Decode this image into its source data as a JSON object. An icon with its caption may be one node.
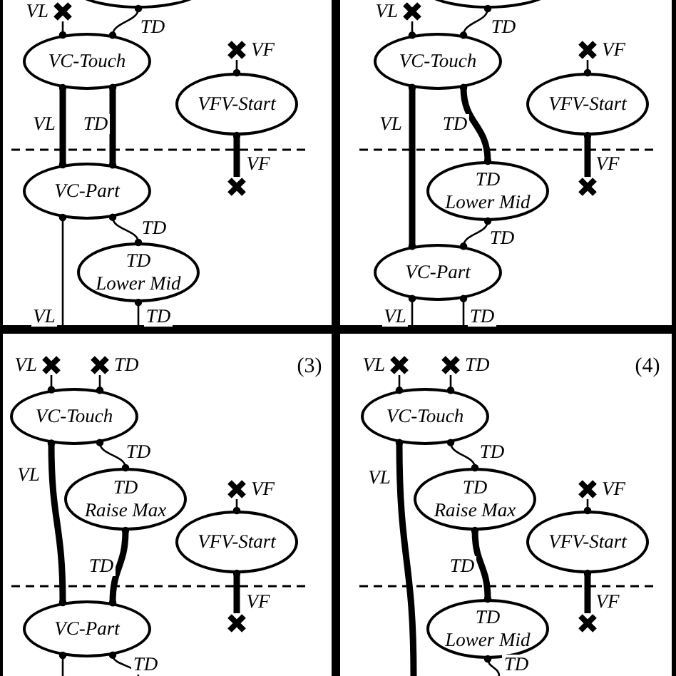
{
  "diagram": {
    "nodes": [
      {
        "text": [],
        "shape": "ellipse"
      },
      {
        "text": [],
        "shape": "cross",
        "beside": [
          "VL"
        ]
      },
      {
        "text": [
          "VC-Touch"
        ]
      },
      {
        "text": [],
        "shape": "cross",
        "beside": [
          "VF"
        ]
      },
      {
        "text": [
          "VFV-Start"
        ]
      },
      {
        "text": [
          "VC-Part"
        ]
      },
      {
        "text": [],
        "shape": "cross"
      },
      {
        "text": [
          "TD",
          "Lower Mid"
        ]
      },
      {
        "text": [],
        "shape": "ellipse"
      },
      {
        "text": [],
        "shape": "cross",
        "beside": [
          "VL"
        ]
      },
      {
        "text": [
          "VC-Touch"
        ]
      },
      {
        "text": [],
        "shape": "cross",
        "beside": [
          "VF"
        ]
      },
      {
        "text": [
          "VFV-Start"
        ]
      },
      {
        "text": [],
        "shape": "cross"
      },
      {
        "text": [
          "TD",
          "Lower Mid"
        ]
      },
      {
        "text": [
          "VC-Part"
        ]
      },
      {
        "text": [],
        "shape": "cross",
        "beside": [
          "VL"
        ]
      },
      {
        "text": [],
        "shape": "cross",
        "beside": [
          "TD"
        ]
      },
      {
        "text": [
          "VC-Touch"
        ]
      },
      {
        "text": [
          "TD",
          "Raise Max"
        ]
      },
      {
        "text": [],
        "shape": "cross",
        "beside": [
          "VF"
        ]
      },
      {
        "text": [
          "VFV-Start"
        ]
      },
      {
        "text": [
          "VC-Part"
        ]
      },
      {
        "text": [],
        "shape": "cross"
      },
      {
        "text": [],
        "shape": "cross",
        "beside": [
          "VL"
        ]
      },
      {
        "text": [],
        "shape": "cross",
        "beside": [
          "TD"
        ]
      },
      {
        "text": [
          "VC-Touch"
        ]
      },
      {
        "text": [
          "TD",
          "Raise Max"
        ]
      },
      {
        "text": [],
        "shape": "cross",
        "beside": [
          "VF"
        ]
      },
      {
        "text": [
          "VFV-Start"
        ]
      },
      {
        "text": [],
        "shape": "cross"
      },
      {
        "text": [
          "TD",
          "Lower Mid"
        ]
      }
    ],
    "edges": [
      {
        "from": 1,
        "to": 2,
        "arrow": "other"
      },
      {
        "from": 0,
        "to": 2,
        "arrow": "other",
        "label": "TD"
      },
      {
        "from": 2,
        "to": 5,
        "arrow": "other",
        "label": "VL",
        "style": "thick"
      },
      {
        "from": 2,
        "to": 5,
        "arrow": "other",
        "label": "TD",
        "style": "thick"
      },
      {
        "from": 3,
        "to": 4,
        "arrow": "other"
      },
      {
        "from": 4,
        "to": 6,
        "arrow": "other",
        "label": "VF",
        "style": "thick"
      },
      {
        "from": 5,
        "to": null,
        "arrow": "other",
        "label": "VL"
      },
      {
        "from": 5,
        "to": 7,
        "arrow": "other",
        "label": "TD"
      },
      {
        "from": 7,
        "to": null,
        "arrow": "other",
        "label": "TD"
      },
      {
        "from": 9,
        "to": 10,
        "arrow": "other"
      },
      {
        "from": 8,
        "to": 10,
        "arrow": "other",
        "label": "TD"
      },
      {
        "from": 10,
        "to": 15,
        "arrow": "other",
        "label": "VL",
        "style": "thick"
      },
      {
        "from": 10,
        "to": 14,
        "arrow": "other",
        "label": "TD",
        "style": "thick"
      },
      {
        "from": 11,
        "to": 12,
        "arrow": "other"
      },
      {
        "from": 12,
        "to": 13,
        "arrow": "other",
        "label": "VF",
        "style": "thick"
      },
      {
        "from": 14,
        "to": 15,
        "arrow": "other",
        "label": "TD"
      },
      {
        "from": 15,
        "to": null,
        "arrow": "other",
        "label": "VL"
      },
      {
        "from": 15,
        "to": null,
        "arrow": "other",
        "label": "TD"
      },
      {
        "from": 16,
        "to": 18,
        "arrow": "other"
      },
      {
        "from": 17,
        "to": 18,
        "arrow": "other"
      },
      {
        "from": 18,
        "to": 22,
        "arrow": "other",
        "label": "VL",
        "style": "thick"
      },
      {
        "from": 18,
        "to": 19,
        "arrow": "other",
        "label": "TD"
      },
      {
        "from": 19,
        "to": 22,
        "arrow": "other",
        "label": "TD",
        "style": "thick"
      },
      {
        "from": 20,
        "to": 21,
        "arrow": "other"
      },
      {
        "from": 21,
        "to": 23,
        "arrow": "other",
        "label": "VF",
        "style": "thick"
      },
      {
        "from": 22,
        "to": null,
        "arrow": "other"
      },
      {
        "from": 22,
        "to": null,
        "arrow": "other",
        "label": "TD"
      },
      {
        "from": 24,
        "to": 26,
        "arrow": "other"
      },
      {
        "from": 25,
        "to": 26,
        "arrow": "other"
      },
      {
        "from": 26,
        "to": null,
        "arrow": "other",
        "label": "VL",
        "style": "thick"
      },
      {
        "from": 26,
        "to": 27,
        "arrow": "other",
        "label": "TD"
      },
      {
        "from": 27,
        "to": 31,
        "arrow": "other",
        "label": "TD",
        "style": "thick"
      },
      {
        "from": 28,
        "to": 29,
        "arrow": "other"
      },
      {
        "from": 29,
        "to": 30,
        "arrow": "other",
        "label": "VF",
        "style": "thick"
      },
      {
        "from": 31,
        "to": null,
        "arrow": "other",
        "label": "TD"
      }
    ],
    "labels": [
      "(3)",
      "(4)"
    ]
  }
}
